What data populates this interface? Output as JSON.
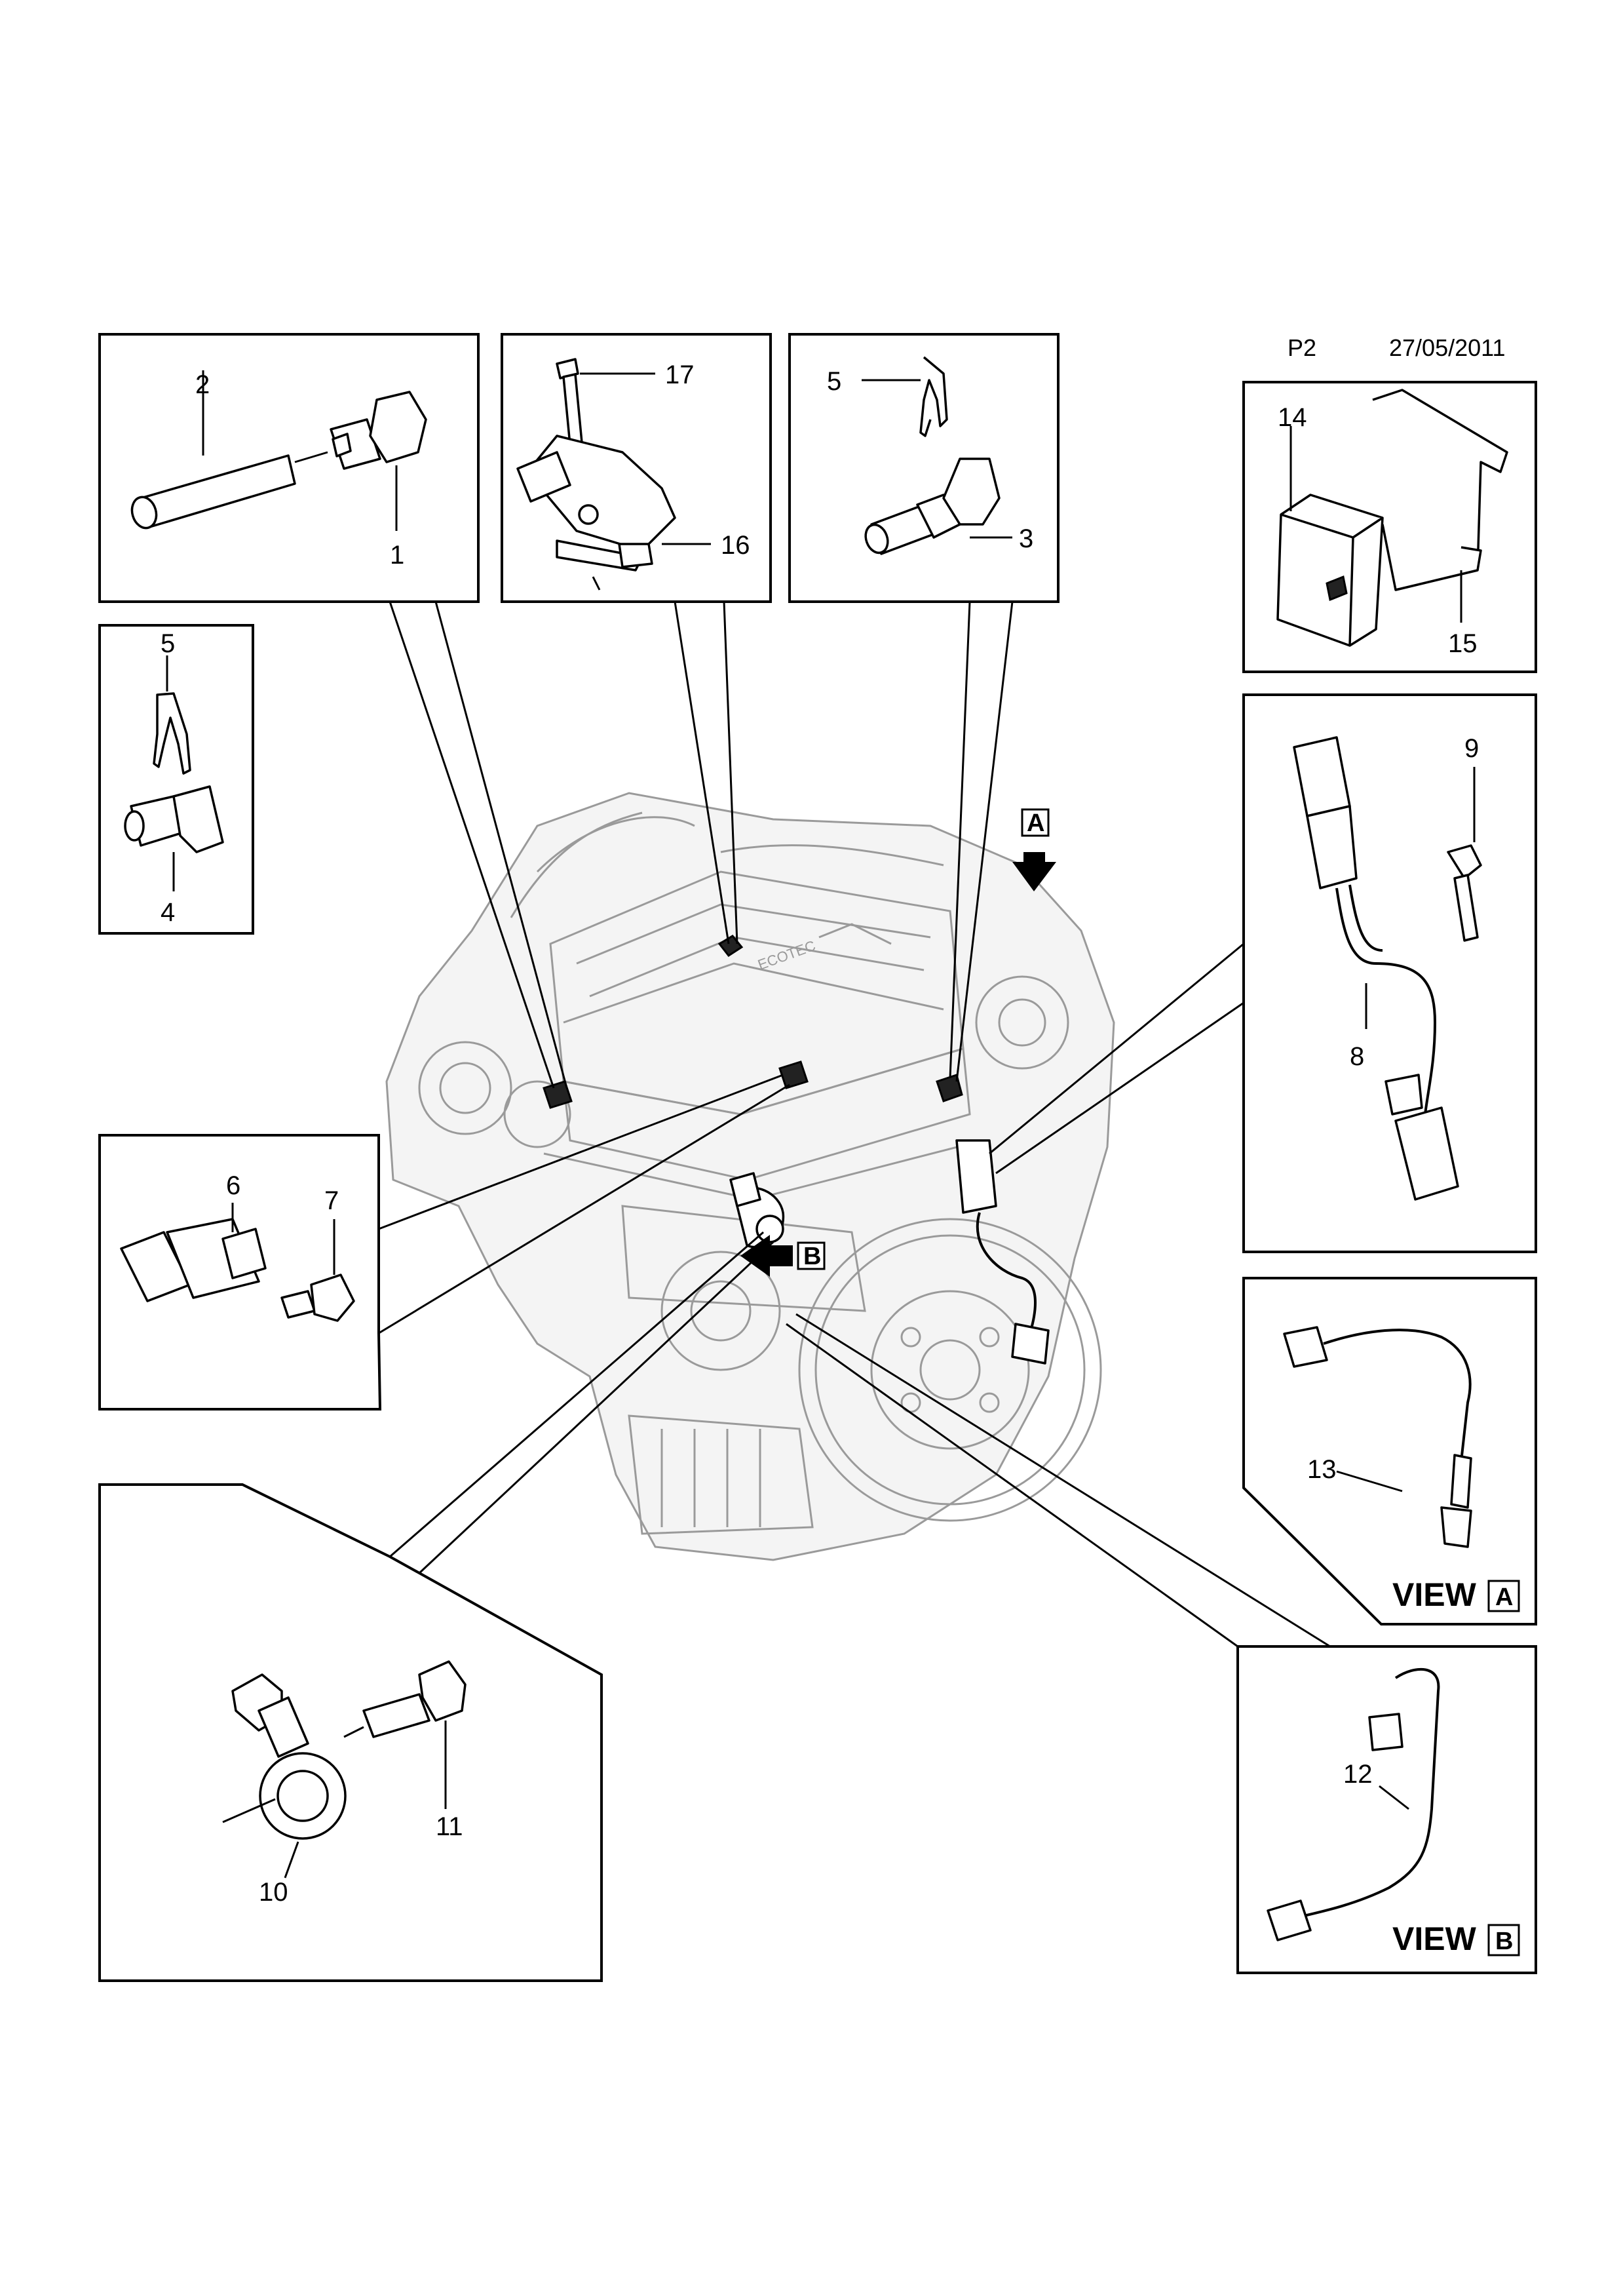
{
  "header": {
    "page": "P2",
    "date": "27/05/2011"
  },
  "callouts": {
    "c1": "1",
    "c2": "2",
    "c3": "3",
    "c4": "4",
    "c5a": "5",
    "c5b": "5",
    "c6": "6",
    "c7": "7",
    "c8": "8",
    "c9": "9",
    "c10": "10",
    "c11": "11",
    "c12": "12",
    "c13": "13",
    "c14": "14",
    "c15": "15",
    "c16": "16",
    "c17": "17"
  },
  "views": {
    "a_word": "VIEW",
    "a_letter": "A",
    "b_word": "VIEW",
    "b_letter": "B",
    "marker_a": "A",
    "marker_b": "B"
  },
  "engine_logo": "ECOTEC"
}
